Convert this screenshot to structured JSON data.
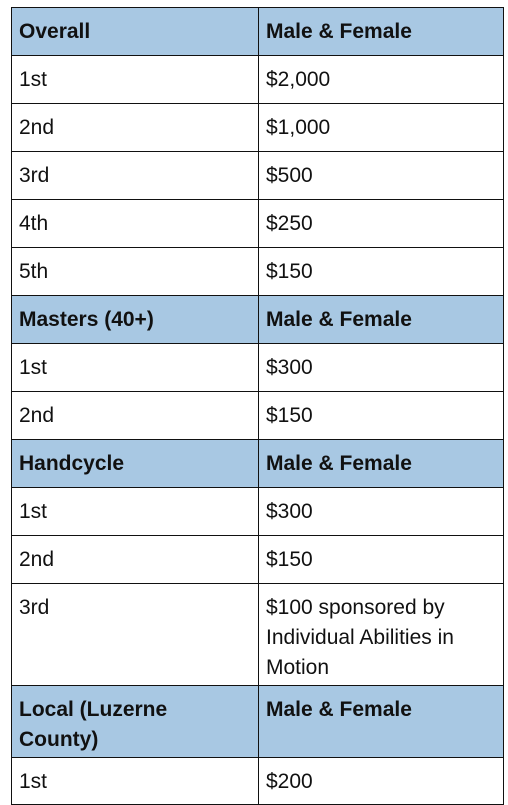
{
  "sections": [
    {
      "header": [
        "Overall",
        "Male & Female"
      ],
      "rows": [
        [
          "1st",
          "$2,000"
        ],
        [
          "2nd",
          "$1,000"
        ],
        [
          "3rd",
          "$500"
        ],
        [
          "4th",
          "$250"
        ],
        [
          "5th",
          "$150"
        ]
      ]
    },
    {
      "header": [
        "Masters (40+)",
        "Male & Female"
      ],
      "rows": [
        [
          "1st",
          "$300"
        ],
        [
          "2nd",
          "$150"
        ]
      ]
    },
    {
      "header": [
        "Handcycle",
        "Male & Female"
      ],
      "rows": [
        [
          "1st",
          "$300"
        ],
        [
          "2nd",
          "$150"
        ],
        [
          "3rd",
          "$100 sponsored by Individual Abilities in Motion"
        ]
      ]
    },
    {
      "header": [
        "Local (Luzerne County)",
        "Male & Female"
      ],
      "rows": [
        [
          "1st",
          "$200"
        ]
      ]
    }
  ],
  "colors": {
    "header_background": "#a8c8e3",
    "border": "#111111",
    "text": "#111111"
  }
}
